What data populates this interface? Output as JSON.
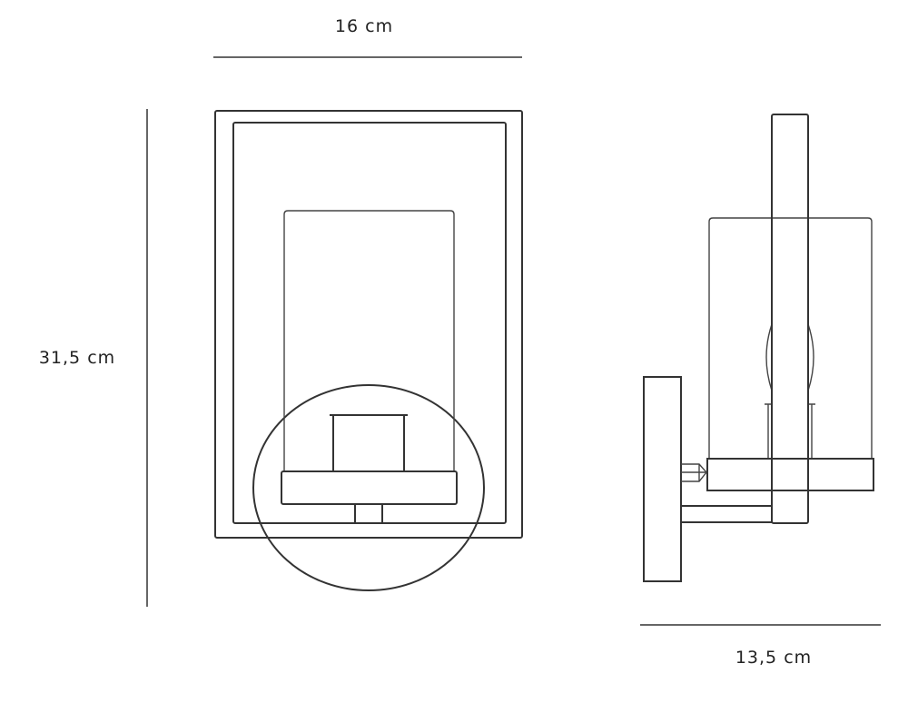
{
  "dimensions": {
    "width_label": "16 cm",
    "height_label": "31,5 cm",
    "depth_label": "13,5 cm"
  },
  "colors": {
    "line": "#333333",
    "background": "#ffffff"
  }
}
